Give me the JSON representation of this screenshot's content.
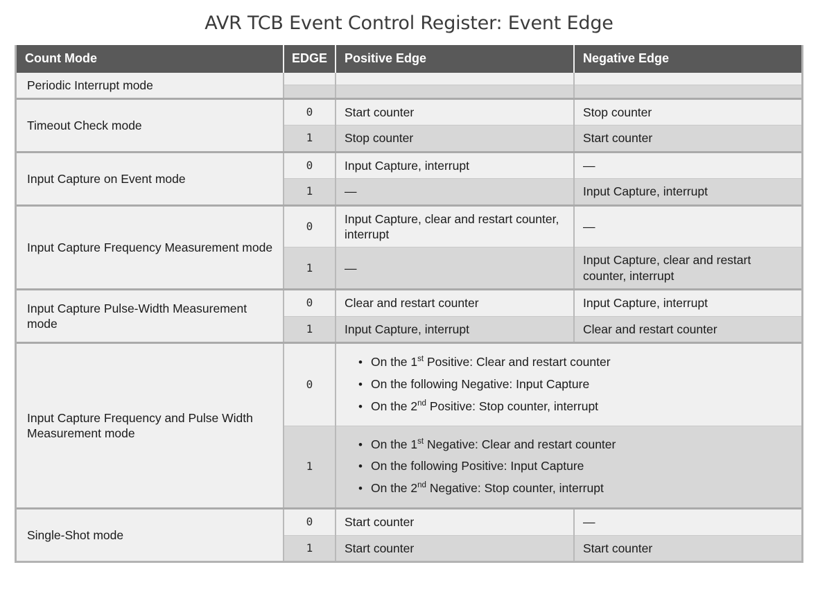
{
  "title": "AVR TCB Event Control Register: Event Edge",
  "table": {
    "headers": {
      "count_mode": "Count Mode",
      "edge": "EDGE",
      "positive_edge": "Positive Edge",
      "negative_edge": "Negative Edge"
    },
    "colors": {
      "header_bg": "#595959",
      "header_text": "#ffffff",
      "band_light": "#f0f0f0",
      "band_dark": "#d7d7d7",
      "border": "#b3b3b3",
      "title_text": "#3b3b3b"
    },
    "groups": [
      {
        "mode": "Periodic Interrupt mode",
        "rows": [
          {
            "edge": "",
            "positive": "",
            "negative": ""
          },
          {
            "edge": "",
            "positive": "",
            "negative": ""
          }
        ]
      },
      {
        "mode": "Timeout Check mode",
        "rows": [
          {
            "edge": "0",
            "positive": "Start counter",
            "negative": "Stop counter"
          },
          {
            "edge": "1",
            "positive": "Stop counter",
            "negative": "Start counter"
          }
        ]
      },
      {
        "mode": "Input Capture on Event mode",
        "rows": [
          {
            "edge": "0",
            "positive": "Input Capture, interrupt",
            "negative": "—"
          },
          {
            "edge": "1",
            "positive": "—",
            "negative": "Input Capture, interrupt"
          }
        ]
      },
      {
        "mode": "Input Capture Frequency Measurement mode",
        "rows": [
          {
            "edge": "0",
            "positive": "Input Capture, clear and restart counter, interrupt",
            "negative": "—"
          },
          {
            "edge": "1",
            "positive": "—",
            "negative": "Input Capture, clear and restart counter, interrupt"
          }
        ]
      },
      {
        "mode": "Input Capture Pulse-Width Measurement mode",
        "rows": [
          {
            "edge": "0",
            "positive": "Clear and restart counter",
            "negative": "Input Capture, interrupt"
          },
          {
            "edge": "1",
            "positive": "Input Capture, interrupt",
            "negative": "Clear and restart counter"
          }
        ]
      },
      {
        "mode": "Input Capture Frequency and Pulse Width Measurement mode",
        "rows": [
          {
            "edge": "0",
            "bullets": [
              {
                "pre": "On the 1",
                "sup": "st",
                "post": " Positive: Clear and restart counter"
              },
              {
                "pre": "On the following Negative: Input Capture",
                "sup": "",
                "post": ""
              },
              {
                "pre": "On the 2",
                "sup": "nd",
                "post": " Positive: Stop counter, interrupt"
              }
            ]
          },
          {
            "edge": "1",
            "bullets": [
              {
                "pre": "On the 1",
                "sup": "st",
                "post": " Negative: Clear and restart counter"
              },
              {
                "pre": "On the following Positive: Input Capture",
                "sup": "",
                "post": ""
              },
              {
                "pre": "On the 2",
                "sup": "nd",
                "post": " Negative: Stop counter, interrupt"
              }
            ]
          }
        ]
      },
      {
        "mode": "Single-Shot mode",
        "rows": [
          {
            "edge": "0",
            "positive": "Start counter",
            "negative": "—"
          },
          {
            "edge": "1",
            "positive": "Start counter",
            "negative": "Start counter"
          }
        ]
      }
    ]
  }
}
